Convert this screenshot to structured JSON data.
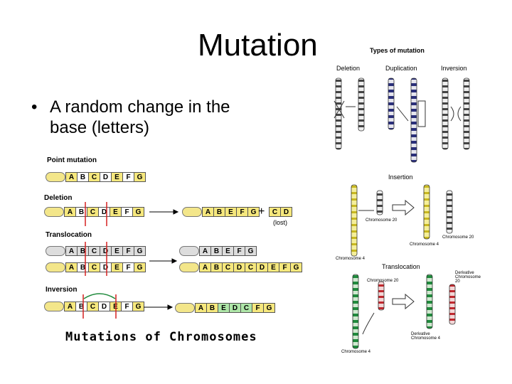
{
  "slide": {
    "title": "Mutation",
    "bullet": "A random change in the base (letters)"
  },
  "left_figure": {
    "point_mutation_label": "Point mutation",
    "deletion_label": "Deletion",
    "translocation_label": "Translocation",
    "inversion_label": "Inversion",
    "lost_label": "(lost)",
    "caption": "Mutations of Chromosomes",
    "letters": {
      "point": [
        "A",
        "B",
        "C",
        "D",
        "E",
        "F",
        "G"
      ],
      "deletion_before": [
        "A",
        "B",
        "C",
        "D",
        "E",
        "F",
        "G"
      ],
      "deletion_after": [
        "A",
        "B",
        "E",
        "F",
        "G"
      ],
      "deletion_lost": [
        "C",
        "D"
      ],
      "trans_top_before": [
        "A",
        "B",
        "C",
        "D",
        "E",
        "F",
        "G"
      ],
      "trans_bottom_before": [
        "A",
        "B",
        "C",
        "D",
        "E",
        "F",
        "G"
      ],
      "trans_top_after": [
        "A",
        "B",
        "E",
        "F",
        "G"
      ],
      "trans_bottom_after": [
        "A",
        "B",
        "C",
        "D",
        "C",
        "D",
        "E",
        "F",
        "G"
      ],
      "inv_before": [
        "A",
        "B",
        "C",
        "D",
        "E",
        "F",
        "G"
      ],
      "inv_after": [
        "A",
        "B",
        "E",
        "D",
        "C",
        "F",
        "G"
      ]
    }
  },
  "right_figure": {
    "types_title": "Types of mutation",
    "deletion": "Deletion",
    "duplication": "Duplication",
    "inversion": "Inversion",
    "insertion": "Insertion",
    "translocation": "Translocation",
    "chrom20": "Chromosome 20",
    "chrom4": "Chromosome 4",
    "derivative20": "Derivative Chromosome 20",
    "derivative4": "Derivative Chromosome 4"
  },
  "colors": {
    "gene_yellow": "#f6e87d",
    "inversion_green": "#aee6a8",
    "arrow_red": "#d62020",
    "chrom_yellow": "#e8dc3c",
    "chrom_green": "#1f8a3c",
    "chrom_red": "#c0282e",
    "chrom_navy": "#2a2f7a"
  }
}
